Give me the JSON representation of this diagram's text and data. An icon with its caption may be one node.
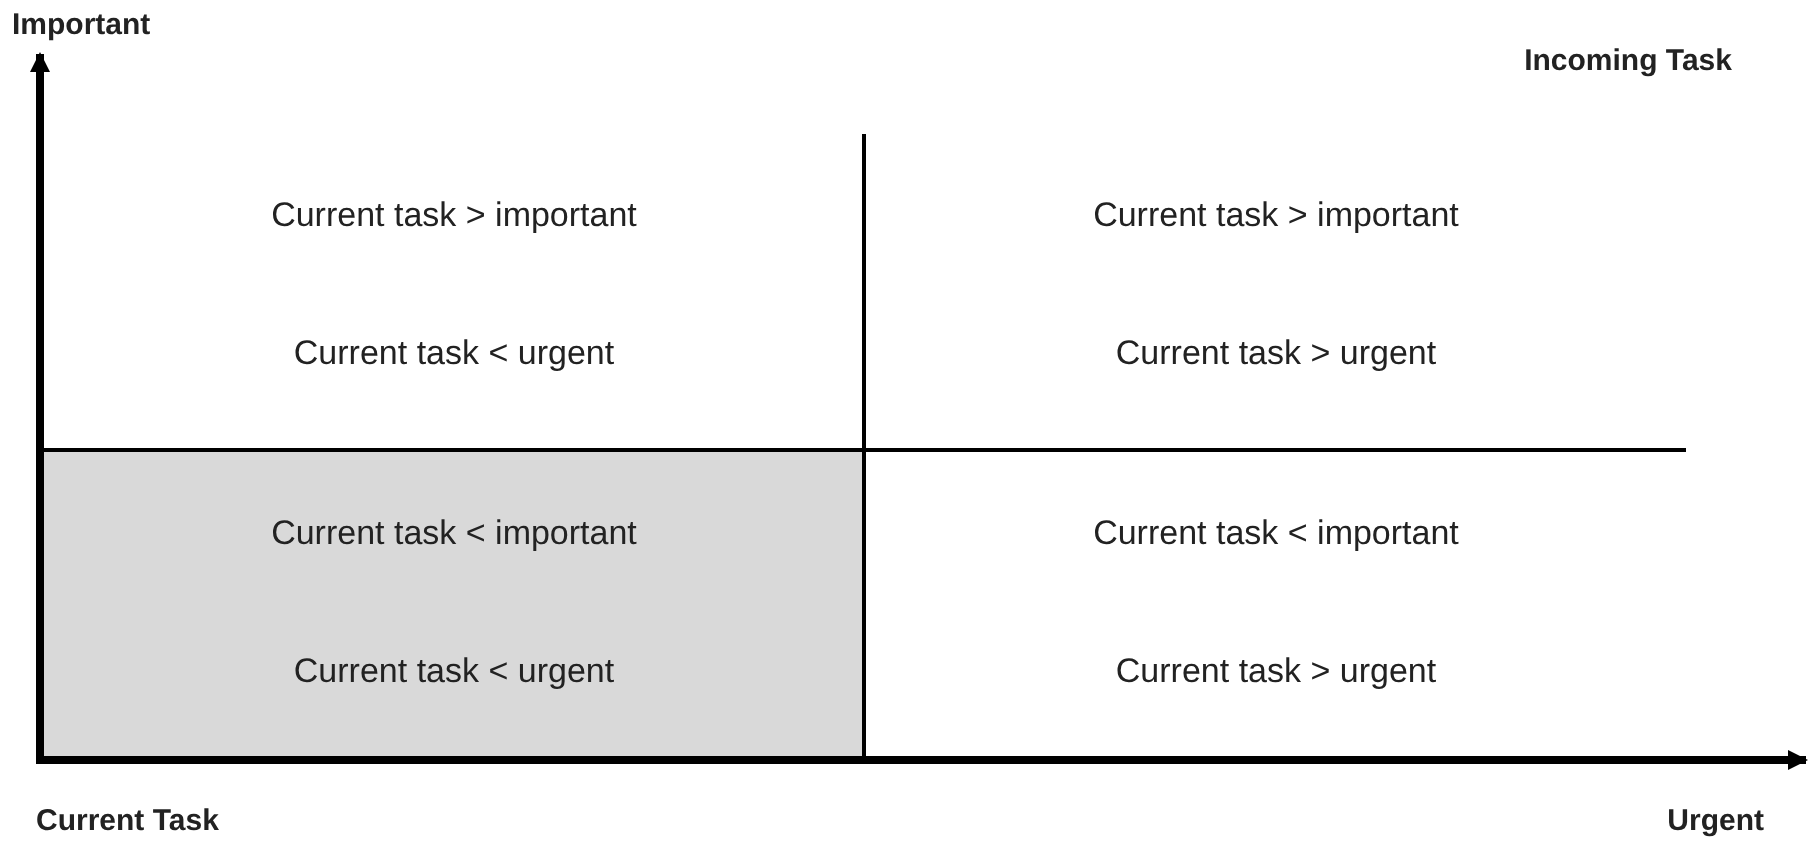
{
  "diagram": {
    "nodes": [
      {
        "text": [
          "Current task > important",
          "Current task < urgent"
        ]
      },
      {
        "text": [
          "Current task > important",
          "Current task > urgent"
        ]
      },
      {
        "text": [
          "Current task < important",
          "Current task < urgent"
        ]
      },
      {
        "text": [
          "Current task < important",
          "Current task > urgent"
        ]
      }
    ],
    "labels": [
      "Important",
      "Incoming Task",
      "Current Task",
      "Urgent"
    ]
  }
}
